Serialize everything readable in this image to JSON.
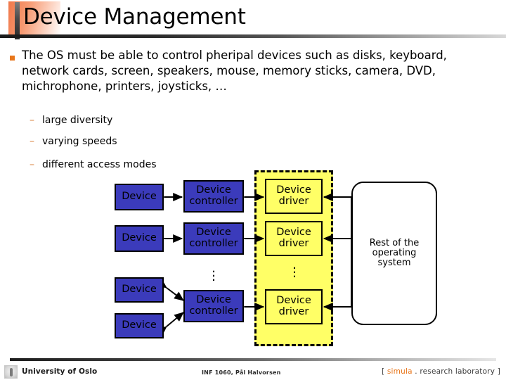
{
  "slide": {
    "title": "Device Management",
    "main_bullet": "The OS must be able to control pheripal devices such as disks, keyboard, network cards, screen, speakers, mouse, memory sticks, camera, DVD, michrophone, printers, joysticks, …",
    "sub_bullets": [
      {
        "dash": "–",
        "text": "large diversity"
      },
      {
        "dash": "–",
        "text": "varying speeds"
      },
      {
        "dash": "–",
        "text": "different access modes"
      }
    ]
  },
  "diagram": {
    "devices": [
      {
        "label": "Device"
      },
      {
        "label": "Device"
      },
      {
        "label": "Device"
      },
      {
        "label": "Device"
      }
    ],
    "controllers": [
      {
        "label": "Device\ncontroller"
      },
      {
        "label": "Device\ncontroller"
      },
      {
        "label": "Device\ncontroller"
      }
    ],
    "drivers": [
      {
        "label": "Device\ndriver"
      },
      {
        "label": "Device\ndriver"
      },
      {
        "label": "Device\ndriver"
      }
    ],
    "rest_of_os": "Rest of the\noperating\nsystem",
    "ellipsis": "⋮",
    "colors": {
      "device_fill": "#3b3bbb",
      "controller_fill": "#3b3bbb",
      "driver_fill": "#ffff66",
      "region_fill": "#ffff66",
      "region_border": "#000000",
      "stroke": "#000000"
    }
  },
  "footer": {
    "university": "University of Oslo",
    "course": "INF 1060, Pål Halvorsen",
    "lab_open": "[ ",
    "lab_brand": "simula",
    "lab_rest": " . research laboratory ]"
  }
}
